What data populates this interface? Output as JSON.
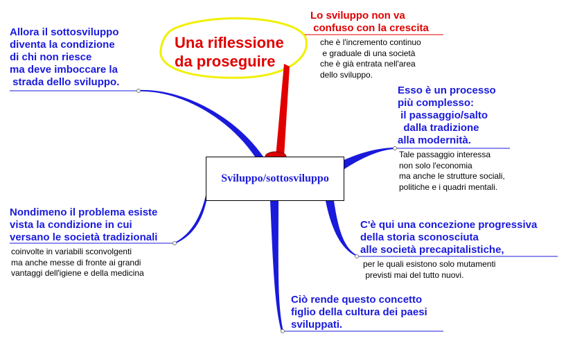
{
  "center": {
    "label": "Sviluppo/sottosviluppo"
  },
  "title_bubble": {
    "text": "Una riflessione\nda proseguire"
  },
  "topics": {
    "top_left": {
      "title": "Allora il sottosviluppo\ndiventa la condizione\ndi chi non riesce\nma deve imboccare la\n strada dello sviluppo."
    },
    "top_right": {
      "title": "Lo sviluppo non va\n confuso con la crescita",
      "note": "che è l'incremento continuo\n e graduale di una società\nche è già entrata nell'area\ndello sviluppo."
    },
    "mid_right": {
      "title": "Esso è un processo\npiù complesso:\n il passaggio/salto\n  dalla tradizione\nalla modernità.",
      "note": "Tale passaggio interessa\nnon solo l'economia\nma anche le strutture sociali,\npolitiche e i quadri mentali."
    },
    "left": {
      "title": "Nondimeno il problema esiste\nvista la condizione in cui\nversano le società tradizionali",
      "note": "coinvolte in variabili sconvolgenti\nma anche messe di fronte ai grandi\nvantaggi dell'igiene e della medicina"
    },
    "bottom_right": {
      "title": "C'è qui una concezione progressiva\ndella storia sconosciuta\nalle società precapitalistiche,",
      "note": "per le quali esistono solo mutamenti\n previsti mai del tutto nuovi."
    },
    "bottom": {
      "title": "Ciò rende questo concetto\nfiglio della cultura dei paesi\nsviluppati."
    }
  },
  "colors": {
    "branch": "#1a1adc",
    "accent": "#e00000",
    "bubble": "#f0f000"
  }
}
